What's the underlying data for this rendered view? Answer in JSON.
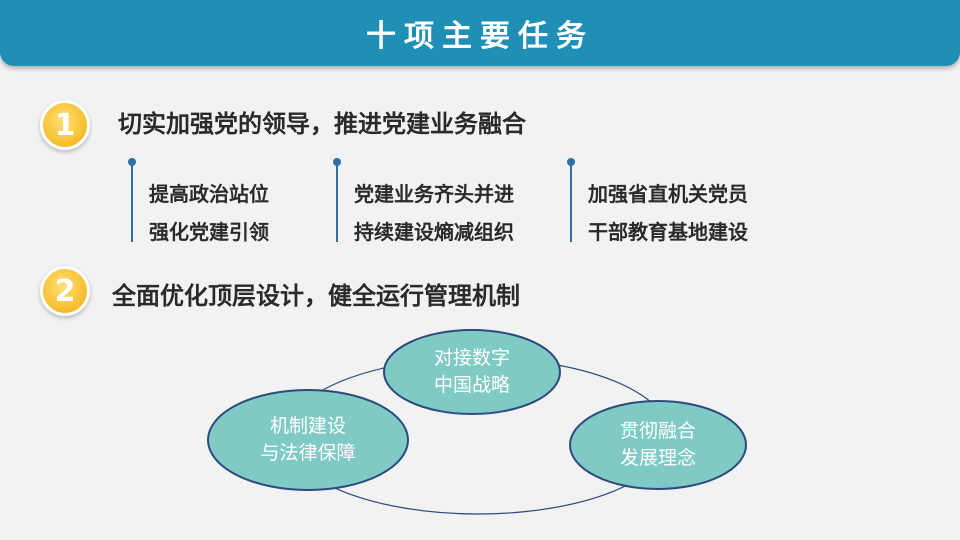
{
  "title": "十项主要任务",
  "sections": [
    {
      "number": "1",
      "heading": "切实加强党的领导，推进党建业务融合",
      "columns": [
        {
          "lines": [
            "提高政治站位",
            "强化党建引领"
          ]
        },
        {
          "lines": [
            "党建业务齐头并进",
            "持续建设熵减组织"
          ]
        },
        {
          "lines": [
            "加强省直机关党员",
            "干部教育基地建设"
          ]
        }
      ]
    },
    {
      "number": "2",
      "heading": "全面优化顶层设计，健全运行管理机制",
      "cycle": [
        {
          "lines": [
            "对接数字",
            "中国战略"
          ]
        },
        {
          "lines": [
            "贯彻融合",
            "发展理念"
          ]
        },
        {
          "lines": [
            "机制建设",
            "与法律保障"
          ]
        }
      ]
    }
  ],
  "colors": {
    "title_bar": "#1f8fb5",
    "badge": "#f7c234",
    "ellipse_fill": "#7fcac4",
    "ellipse_stroke": "#2c4a7e",
    "column_line": "#2f6fa3"
  }
}
